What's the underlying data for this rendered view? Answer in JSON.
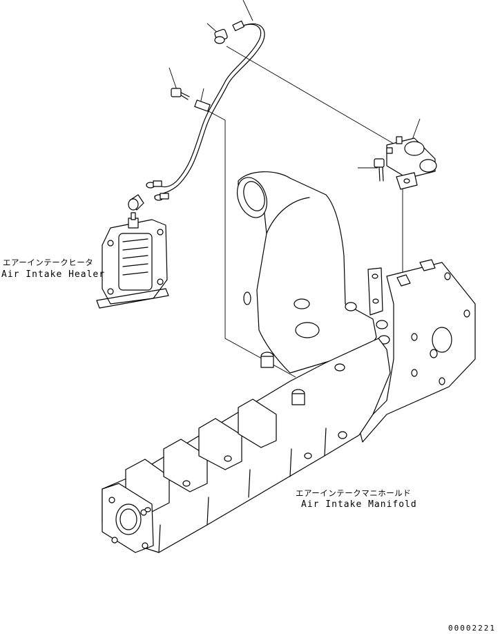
{
  "labels": {
    "heater_jp": "エアーインテークヒータ",
    "heater_en": "Air Intake Healer",
    "manifold_jp": "エアーインテークマニホールド",
    "manifold_en": "Air Intake Manifold"
  },
  "drawing_number": "00002221"
}
